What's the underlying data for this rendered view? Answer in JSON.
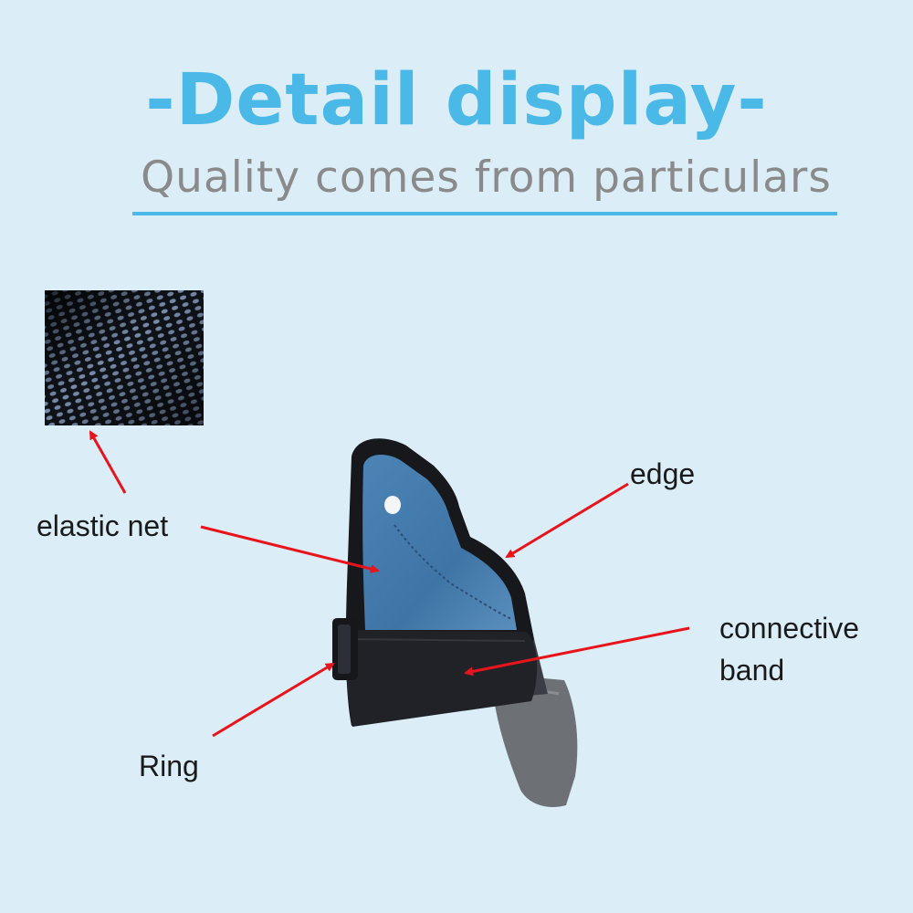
{
  "header": {
    "title": "-Detail display-",
    "subtitle": "Quality comes from particulars"
  },
  "callouts": {
    "elastic_net": "elastic net",
    "edge": "edge",
    "connective_band_line1": "connective",
    "connective_band_line2": "band",
    "ring": "Ring"
  },
  "colors": {
    "background": "#dbeef8",
    "accent": "#4bb9e8",
    "subtitle_gray": "#8a8a8a",
    "arrow_red": "#e8141b"
  }
}
